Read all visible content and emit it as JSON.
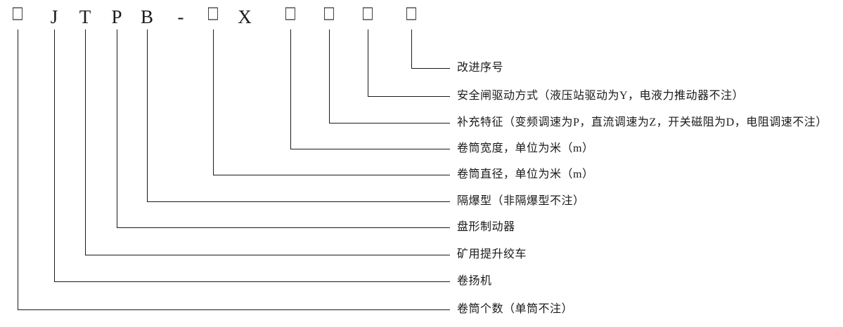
{
  "code": {
    "chars": [
      "□",
      "J",
      "T",
      "P",
      "B",
      "-",
      "□",
      "X",
      "□",
      "□",
      "□",
      "□"
    ]
  },
  "legend": [
    {
      "text": "改进序号"
    },
    {
      "text": "安全闸驱动方式（液压站驱动为Y，电液力推动器不注）"
    },
    {
      "text": "补充特征（变频调速为P，直流调速为Z，开关磁阻为D，电阻调速不注）"
    },
    {
      "text": "卷筒宽度，单位为米（m）"
    },
    {
      "text": "卷筒直径，单位为米（m）"
    },
    {
      "text": "隔爆型（非隔爆型不注）"
    },
    {
      "text": "盘形制动器"
    },
    {
      "text": "矿用提升绞车"
    },
    {
      "text": "卷扬机"
    },
    {
      "text": "卷筒个数（单筒不注）"
    }
  ]
}
